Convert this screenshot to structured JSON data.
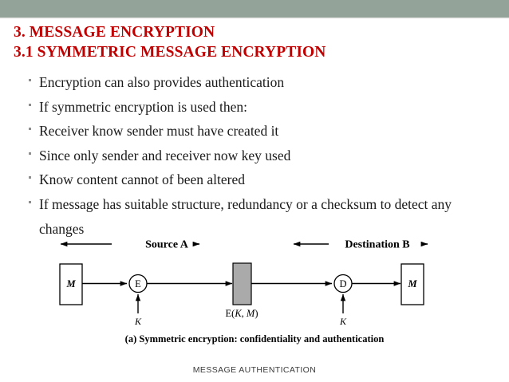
{
  "slide": {
    "band_color": "#93a399",
    "background_color": "#ffffff",
    "title_color": "#c00000",
    "title_lines": [
      "3. MESSAGE ENCRYPTION",
      "3.1 SYMMETRIC MESSAGE ENCRYPTION"
    ],
    "bullets": [
      "Encryption can also provides authentication",
      "If symmetric encryption is used then:",
      "Receiver know sender must have created it",
      "Since only sender and receiver now key used",
      "Know content cannot of been altered",
      "If message has suitable structure, redundancy or a checksum to detect any changes"
    ],
    "footer": "MESSAGE AUTHENTICATION"
  },
  "diagram": {
    "caption": "(a) Symmetric encryption: confidentiality and authentication",
    "cipher_block_color": "#aaaaaa",
    "stroke_color": "#000000",
    "headers": [
      {
        "label": "Source A"
      },
      {
        "label": "Destination B"
      }
    ],
    "nodes": {
      "plaintext_source": "M",
      "encrypt": "E",
      "decrypt": "D",
      "plaintext_dest": "M",
      "key_source": "K",
      "key_dest": "K"
    },
    "ciphertext_label": {
      "prefix": "E(",
      "key": "K",
      "sep": ", ",
      "message": "M",
      "suffix": ")"
    }
  }
}
